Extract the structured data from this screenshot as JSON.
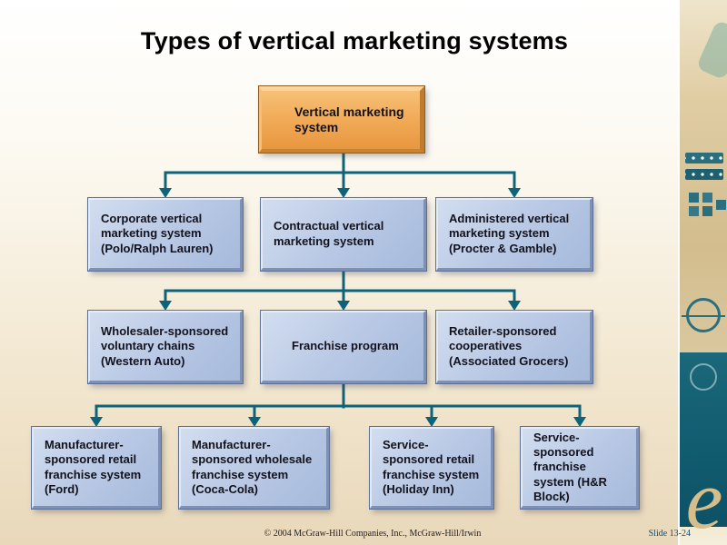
{
  "slide": {
    "title": "Types of vertical marketing systems",
    "footer": {
      "copyright": "© 2004 McGraw-Hill Companies, Inc., McGraw-Hill/Irwin",
      "slide_number": "Slide 13-24"
    }
  },
  "diagram": {
    "root": "Vertical marketing system",
    "level2": [
      "Corporate vertical marketing system (Polo/Ralph Lauren)",
      "Contractual vertical marketing system",
      "Administered vertical marketing system (Procter & Gamble)"
    ],
    "level3": [
      "Wholesaler-sponsored voluntary chains (Western Auto)",
      "Franchise program",
      "Retailer-sponsored cooperatives (Associated Grocers)"
    ],
    "level4": [
      "Manufacturer-sponsored retail franchise system (Ford)",
      "Manufacturer-sponsored wholesale franchise system (Coca-Cola)",
      "Service-sponsored retail franchise system (Holiday Inn)",
      "Service-sponsored franchise system (H&R Block)"
    ]
  },
  "decor": {
    "ornament_letter": "e"
  },
  "colors": {
    "connector": "#0e6379",
    "box_blue_light": "#d2ddef",
    "box_blue_dark": "#a6badb",
    "box_orange_light": "#f7c077",
    "box_orange_dark": "#e8973f",
    "strip_teal": "#115b6f",
    "background_tan": "#e9d8ba"
  }
}
